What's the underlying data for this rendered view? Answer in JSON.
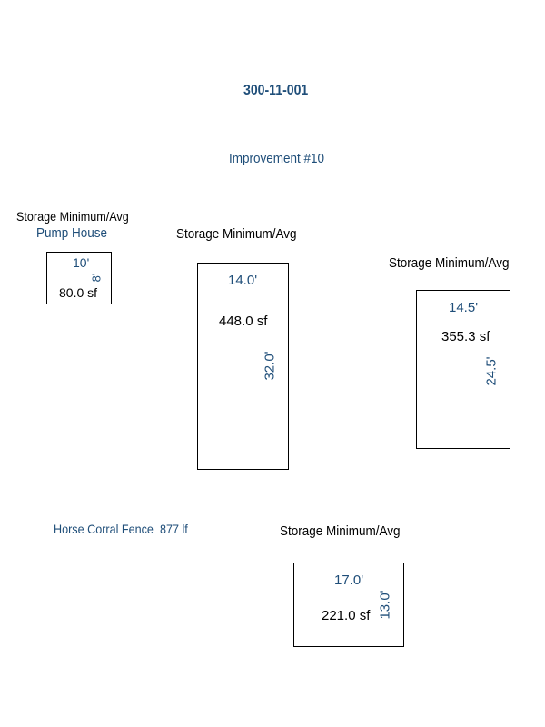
{
  "parcel_id": "300-11-001",
  "improvement": "Improvement #10",
  "structures": [
    {
      "label": "Storage Minimum/Avg",
      "sublabel": "Pump House",
      "width": "10'",
      "depth": "8'",
      "area": "80.0 sf"
    },
    {
      "label": "Storage Minimum/Avg",
      "width": "14.0'",
      "depth": "32.0'",
      "area": "448.0 sf"
    },
    {
      "label": "Storage Minimum/Avg",
      "width": "14.5'",
      "depth": "24.5'",
      "area": "355.3 sf"
    },
    {
      "label": "Storage Minimum/Avg",
      "width": "17.0'",
      "depth": "13.0'",
      "area": "221.0 sf"
    }
  ],
  "fence": {
    "label": "Horse Corral Fence",
    "length": "877 lf"
  },
  "colors": {
    "dimension_blue": "#1f4e79",
    "outline": "#000000"
  }
}
